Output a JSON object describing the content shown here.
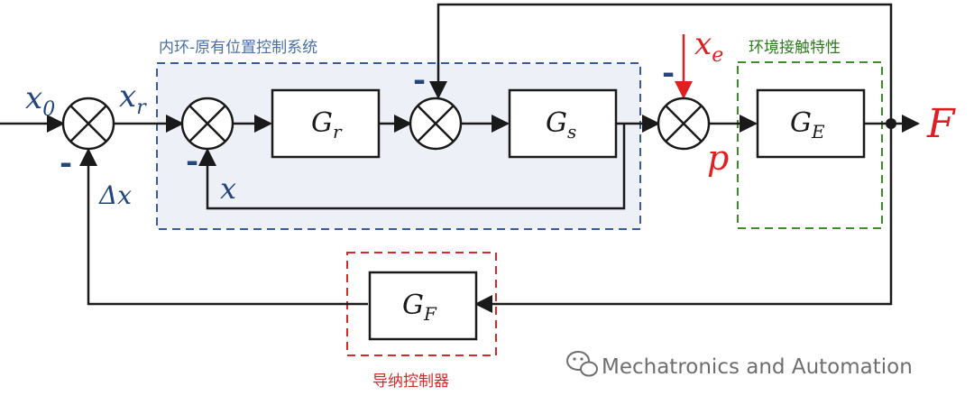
{
  "colors": {
    "wire": "#1a1a1a",
    "inner_loop_border": "#3a5a98",
    "inner_loop_fill": "#eef0f8",
    "inner_loop_title": "#4a6fa8",
    "signal_blue": "#24457a",
    "signal_red": "#e02020",
    "env_border": "#3f8a2a",
    "env_title": "#2f7a1f",
    "admittance_border": "#d42a2a",
    "admittance_title": "#d42a2a",
    "watermark": "#555555"
  },
  "regions": {
    "inner_loop_title": "内环-原有位置控制系统",
    "environment_title": "环境接触特性",
    "admittance_title": "导纳控制器"
  },
  "blocks": {
    "gr": {
      "base": "G",
      "sub": "r"
    },
    "gs": {
      "base": "G",
      "sub": "s"
    },
    "ge": {
      "base": "G",
      "sub": "E"
    },
    "gf": {
      "base": "G",
      "sub": "F"
    }
  },
  "signals": {
    "x0": {
      "base": "x",
      "sub": "0"
    },
    "xr": {
      "base": "x",
      "sub": "r"
    },
    "xe": {
      "base": "x",
      "sub": "e"
    },
    "x": "x",
    "delta_x": "Δx",
    "p": "p",
    "F": "F"
  },
  "signs": {
    "sum1_minus": "-",
    "sum2_minus": "-",
    "sum3_minus": "-",
    "sum4_minus": "-"
  },
  "watermark": {
    "icon": "wechat-icon",
    "text": "Mechatronics and Automation"
  }
}
